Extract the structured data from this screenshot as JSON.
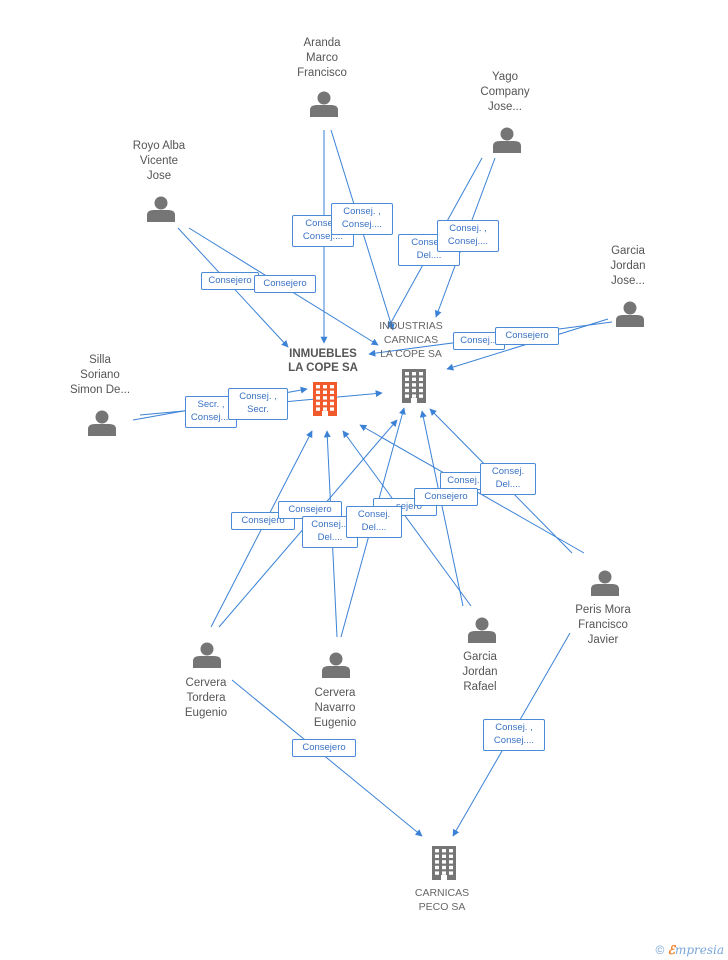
{
  "colors": {
    "edge": "#3b82d6",
    "person": "#757575",
    "company": "#757575",
    "focus": "#f15a2b"
  },
  "people": [
    {
      "id": "aranda",
      "lines": [
        "Aranda",
        "Marco",
        "Francisco"
      ],
      "icon": "person-icon"
    },
    {
      "id": "yago",
      "lines": [
        "Yago",
        "Company",
        "Jose..."
      ],
      "icon": "person-icon"
    },
    {
      "id": "royo",
      "lines": [
        "Royo Alba",
        "Vicente",
        "Jose"
      ],
      "icon": "person-icon"
    },
    {
      "id": "garcia_jose",
      "lines": [
        "Garcia",
        "Jordan",
        "Jose..."
      ],
      "icon": "person-icon"
    },
    {
      "id": "silla",
      "lines": [
        "Silla",
        "Soriano",
        "Simon De..."
      ],
      "icon": "person-icon"
    },
    {
      "id": "peris",
      "lines": [
        "Peris Mora",
        "Francisco",
        "Javier"
      ],
      "icon": "person-icon"
    },
    {
      "id": "garcia_rafael",
      "lines": [
        "Garcia",
        "Jordan",
        "Rafael"
      ],
      "icon": "person-icon"
    },
    {
      "id": "cervera_tordera",
      "lines": [
        "Cervera",
        "Tordera",
        "Eugenio"
      ],
      "icon": "person-icon"
    },
    {
      "id": "cervera_navarro",
      "lines": [
        "Cervera",
        "Navarro",
        "Eugenio"
      ],
      "icon": "person-icon"
    }
  ],
  "companies": [
    {
      "id": "inmuebles",
      "lines": [
        "INMUEBLES",
        "LA COPE SA"
      ],
      "focus": true,
      "icon": "building-icon"
    },
    {
      "id": "industrias",
      "lines": [
        "INDUSTRIAS",
        "CARNICAS",
        "LA COPE SA"
      ],
      "focus": false,
      "icon": "building-icon"
    },
    {
      "id": "carnicas",
      "lines": [
        "CARNICAS",
        "PECO SA"
      ],
      "focus": false,
      "icon": "building-icon"
    }
  ],
  "edge_labels": [
    {
      "id": "e1",
      "lines": [
        "Conse...",
        "Consej...."
      ]
    },
    {
      "id": "e2",
      "lines": [
        "Consej. ,",
        "Consej...."
      ]
    },
    {
      "id": "e3",
      "lines": [
        "Conse...",
        "Del...."
      ]
    },
    {
      "id": "e4",
      "lines": [
        "Consej. ,",
        "Consej...."
      ]
    },
    {
      "id": "e5",
      "lines": [
        "Consejero"
      ]
    },
    {
      "id": "e6",
      "lines": [
        "Consejero"
      ]
    },
    {
      "id": "e7",
      "lines": [
        "Consej..."
      ]
    },
    {
      "id": "e8",
      "lines": [
        "Consejero"
      ]
    },
    {
      "id": "e9",
      "lines": [
        "Secr. ,",
        "Consej...."
      ]
    },
    {
      "id": "e10",
      "lines": [
        "Consej. ,",
        "Secr."
      ]
    },
    {
      "id": "e11",
      "lines": [
        "Consej..."
      ]
    },
    {
      "id": "e12",
      "lines": [
        "Consej.",
        "Del...."
      ]
    },
    {
      "id": "e13",
      "lines": [
        "Consejero"
      ]
    },
    {
      "id": "e14",
      "lines": [
        "...sejero"
      ]
    },
    {
      "id": "e15",
      "lines": [
        "Consejero"
      ]
    },
    {
      "id": "e16",
      "lines": [
        "Consejero"
      ]
    },
    {
      "id": "e17",
      "lines": [
        "Consej...",
        "Del...."
      ]
    },
    {
      "id": "e18",
      "lines": [
        "Consej.",
        "Del...."
      ]
    },
    {
      "id": "e19",
      "lines": [
        "Consejero"
      ]
    },
    {
      "id": "e20",
      "lines": [
        "Consej. ,",
        "Consej...."
      ]
    }
  ],
  "footer": {
    "copyright": "©",
    "brand_first": "ℰ",
    "brand_rest": "mpresia"
  }
}
